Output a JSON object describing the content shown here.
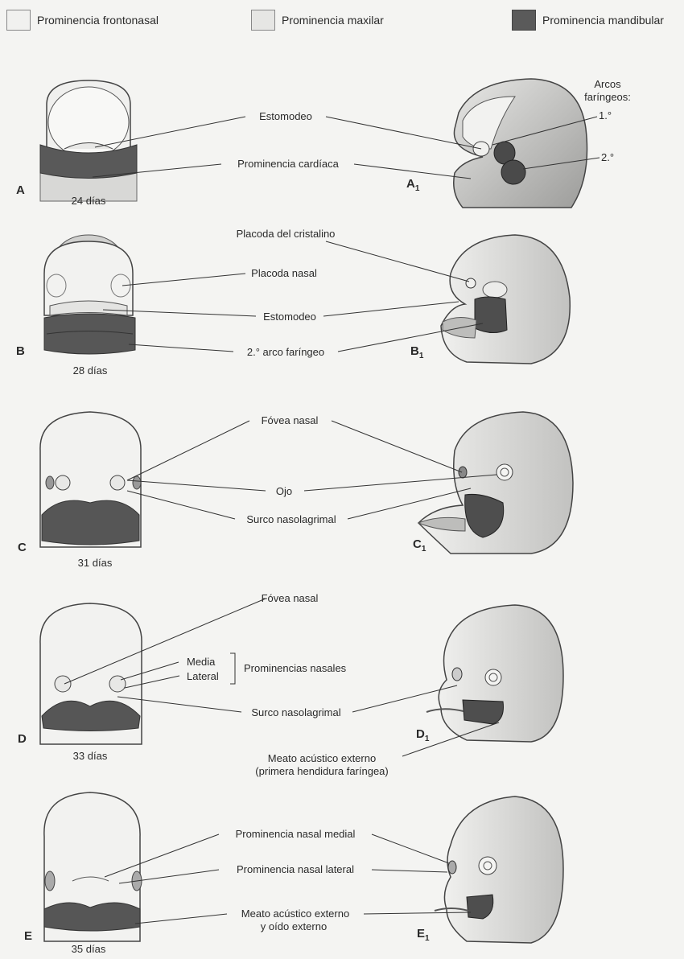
{
  "legend": [
    {
      "label": "Prominencia frontonasal",
      "color": "#f1f1ef"
    },
    {
      "label": "Prominencia maxilar",
      "color": "#e6e6e4"
    },
    {
      "label": "Prominencia mandibular",
      "color": "#5a5a5a"
    }
  ],
  "stages": [
    {
      "letter": "A",
      "side_letter": "A",
      "sub": "1",
      "days": "24 días"
    },
    {
      "letter": "B",
      "side_letter": "B",
      "sub": "1",
      "days": "28 días"
    },
    {
      "letter": "C",
      "side_letter": "C",
      "sub": "1",
      "days": "31 días"
    },
    {
      "letter": "D",
      "side_letter": "D",
      "sub": "1",
      "days": "33 días"
    },
    {
      "letter": "E",
      "side_letter": "E",
      "sub": "1",
      "days": "35 días"
    }
  ],
  "labels": {
    "arcos_title_1": "Arcos",
    "arcos_title_2": "faríngeos:",
    "arco_1": "1.°",
    "arco_2": "2.°",
    "a_estomodeo": "Estomodeo",
    "a_cardiaca": "Prominencia cardíaca",
    "b_cristalino": "Placoda del cristalino",
    "b_nasal": "Placoda nasal",
    "b_estomodeo": "Estomodeo",
    "b_arco": "2.° arco faríngeo",
    "c_fovea": "Fóvea nasal",
    "c_ojo": "Ojo",
    "c_surco": "Surco nasolagrimal",
    "d_fovea": "Fóvea nasal",
    "d_media": "Media",
    "d_lateral": "Lateral",
    "d_prominencias": "Prominencias nasales",
    "d_surco": "Surco nasolagrimal",
    "d_meato_1": "Meato acústico externo",
    "d_meato_2": "(primera hendidura faríngea)",
    "e_medial": "Prominencia nasal medial",
    "e_lateral": "Prominencia nasal lateral",
    "e_meato_1": "Meato acústico externo",
    "e_meato_2": "y oído externo"
  }
}
